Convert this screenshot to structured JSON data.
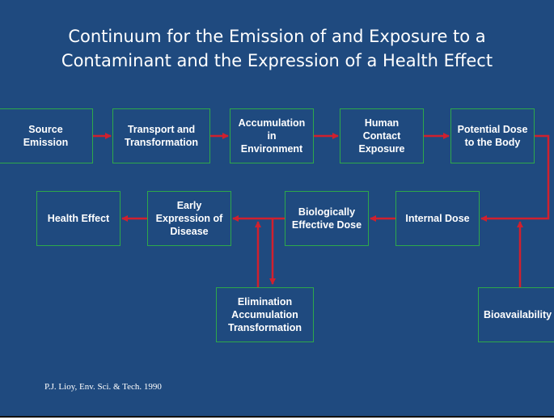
{
  "title_line1": "Continuum for the Emission of and Exposure to a",
  "title_line2": "Contaminant and the Expression of a Health Effect",
  "boxes": {
    "source_emission": "Source\nEmission",
    "transport": "Transport and\nTransformation",
    "accumulation": "Accumulation\nin\nEnvironment",
    "human_contact": "Human\nContact\nExposure",
    "potential_dose": "Potential Dose\nto the Body",
    "internal_dose": "Internal Dose",
    "biologically_effective": "Biologically\nEffective Dose",
    "early_expression": "Early\nExpression of\nDisease",
    "health_effect": "Health Effect",
    "elimination": "Elimination\nAccumulation\nTransformation",
    "bioavailability": "Bioavailability"
  },
  "citation": "P.J. Lioy, Env. Sci. & Tech. 1990",
  "colors": {
    "background": "#1f4a7f",
    "box_border": "#2ea84a",
    "arrow": "#d0202e",
    "text": "#ffffff"
  }
}
